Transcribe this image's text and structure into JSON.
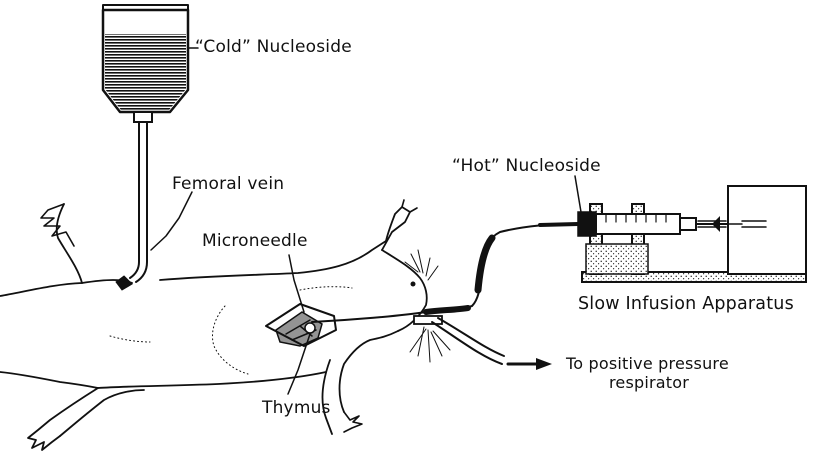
{
  "labels": {
    "cold_nucleoside": "“Cold” Nucleoside",
    "femoral_vein": "Femoral vein",
    "hot_nucleoside": "“Hot” Nucleoside",
    "microneedle": "Microneedle",
    "slow_infusion_apparatus": "Slow Infusion Apparatus",
    "respirator_line1": "To positive pressure",
    "respirator_line2": "respirator",
    "thymus": "Thymus"
  },
  "colors": {
    "ink": "#111111",
    "background": "#ffffff"
  }
}
